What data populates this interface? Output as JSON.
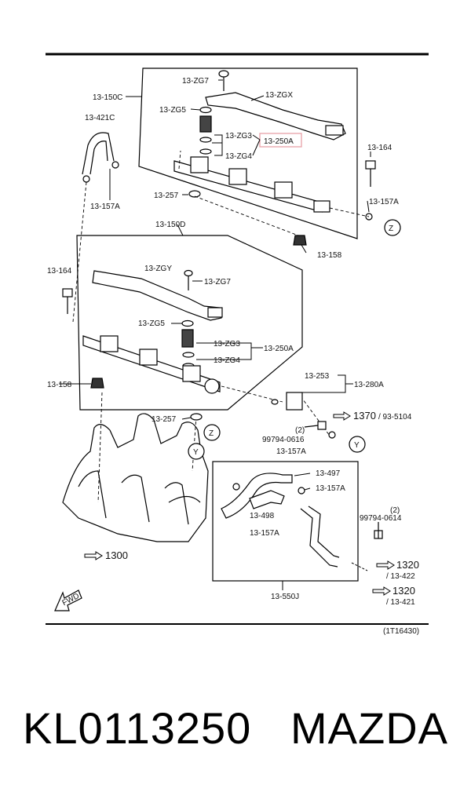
{
  "diagram": {
    "fig_code": "(1T16430)",
    "highlight_color": "#e8a0a8",
    "labels": {
      "zg7_top": "13-ZG7",
      "zgx": "13-ZGX",
      "c150c": "13-150C",
      "zg5_top": "13-ZG5",
      "c421c": "13-421C",
      "zg3_top": "13-ZG3",
      "c250a_top": "13-250A",
      "zg4_top": "13-ZG4",
      "c164_right": "13-164",
      "c157a_left": "13-157A",
      "c257_top": "13-257",
      "c157a_right": "13-157A",
      "z_top": "Z",
      "c150d": "13-150D",
      "c158_right": "13-158",
      "c164_left": "13-164",
      "zgy": "13-ZGY",
      "zg7_mid": "13-ZG7",
      "zg5_mid": "13-ZG5",
      "zg3_mid": "13-ZG3",
      "c250a_mid": "13-250A",
      "zg4_mid": "13-ZG4",
      "c253": "13-253",
      "c280a": "13-280A",
      "c158_left": "13-158",
      "ref1370": "1370",
      "ref93_5104": "/ 93-5104",
      "c257_mid": "13-257",
      "n99794_0616": "99794-0616",
      "n2_a": "(2)",
      "c157a_mid": "13-157A",
      "y_right": "Y",
      "z_mid": "Z",
      "y_left": "Y",
      "c497": "13-497",
      "c157a_box1": "13-157A",
      "c498": "13-498",
      "n2_b": "(2)",
      "n99794_0614": "99794-0614",
      "c157a_box2": "13-157A",
      "ref1300": "1300",
      "ref1320_a": "1320",
      "ref13_422": "/ 13-422",
      "ref1320_b": "1320",
      "ref13_421": "/ 13-421",
      "c550j": "13-550J",
      "fwd": "FWD"
    }
  },
  "caption": {
    "part_number": "KL0113250",
    "brand": "MAZDA"
  }
}
